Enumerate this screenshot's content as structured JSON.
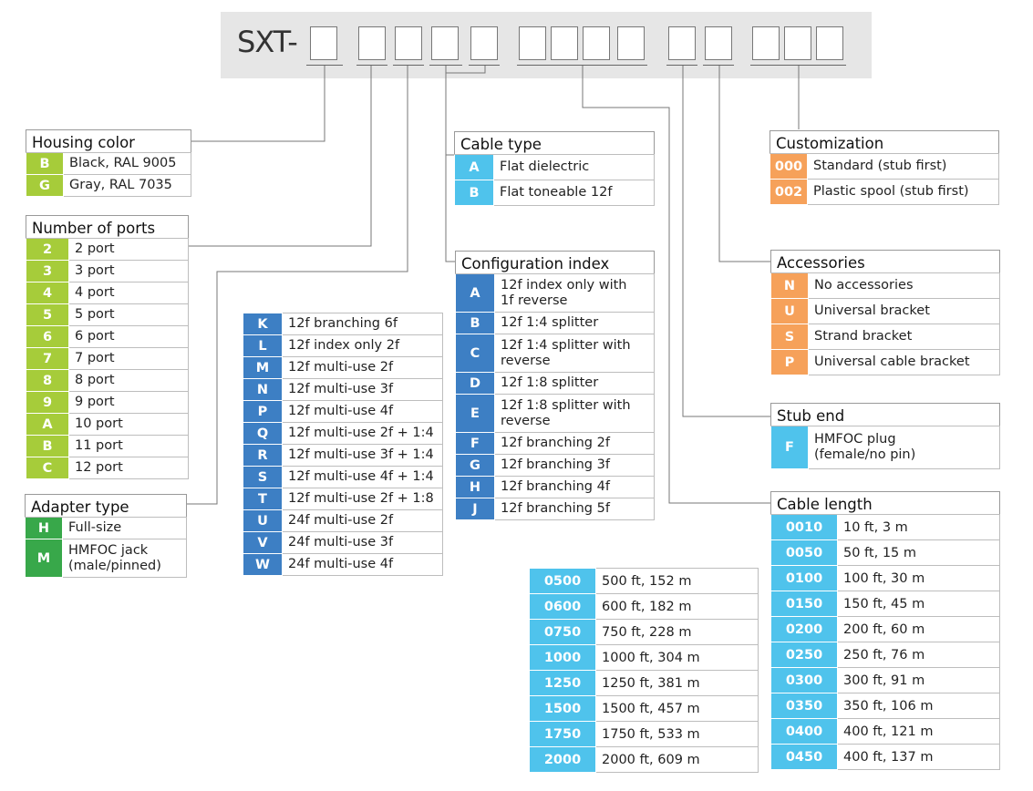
{
  "header": {
    "prefix": "SXT-"
  },
  "colors": {
    "lime": "#a6cc3a",
    "green": "#38a84a",
    "blue": "#3d7fc4",
    "cyan": "#4fc3ec",
    "orange": "#f6a15a",
    "header_bg": "#e6e6e6"
  },
  "housing_color": {
    "title": "Housing color",
    "rows": [
      {
        "code": "B",
        "label": "Black, RAL 9005"
      },
      {
        "code": "G",
        "label": "Gray, RAL 7035"
      }
    ]
  },
  "number_of_ports": {
    "title": "Number of ports",
    "rows": [
      {
        "code": "2",
        "label": "2 port"
      },
      {
        "code": "3",
        "label": "3 port"
      },
      {
        "code": "4",
        "label": "4 port"
      },
      {
        "code": "5",
        "label": "5 port"
      },
      {
        "code": "6",
        "label": "6 port"
      },
      {
        "code": "7",
        "label": "7 port"
      },
      {
        "code": "8",
        "label": "8 port"
      },
      {
        "code": "9",
        "label": "9 port"
      },
      {
        "code": "A",
        "label": "10 port"
      },
      {
        "code": "B",
        "label": "11 port"
      },
      {
        "code": "C",
        "label": "12 port"
      }
    ]
  },
  "adapter_type": {
    "title": "Adapter type",
    "rows": [
      {
        "code": "H",
        "label": "Full-size"
      },
      {
        "code": "M",
        "label": "HMFOC jack\n(male/pinned)"
      }
    ]
  },
  "config_ext": {
    "rows": [
      {
        "code": "K",
        "label": "12f branching 6f"
      },
      {
        "code": "L",
        "label": "12f index only 2f"
      },
      {
        "code": "M",
        "label": "12f multi-use 2f"
      },
      {
        "code": "N",
        "label": "12f multi-use 3f"
      },
      {
        "code": "P",
        "label": "12f multi-use 4f"
      },
      {
        "code": "Q",
        "label": "12f multi-use 2f + 1:4"
      },
      {
        "code": "R",
        "label": "12f multi-use 3f + 1:4"
      },
      {
        "code": "S",
        "label": "12f multi-use 4f + 1:4"
      },
      {
        "code": "T",
        "label": "12f multi-use 2f + 1:8"
      },
      {
        "code": "U",
        "label": "24f multi-use 2f"
      },
      {
        "code": "V",
        "label": "24f multi-use 3f"
      },
      {
        "code": "W",
        "label": "24f multi-use 4f"
      }
    ]
  },
  "cable_type": {
    "title": "Cable type",
    "rows": [
      {
        "code": "A",
        "label": "Flat dielectric"
      },
      {
        "code": "B",
        "label": "Flat toneable 12f"
      }
    ]
  },
  "configuration_index": {
    "title": "Configuration index",
    "rows": [
      {
        "code": "A",
        "label": "12f index only with\n1f reverse"
      },
      {
        "code": "B",
        "label": "12f 1:4 splitter"
      },
      {
        "code": "C",
        "label": "12f 1:4 splitter with\nreverse"
      },
      {
        "code": "D",
        "label": "12f 1:8 splitter"
      },
      {
        "code": "E",
        "label": "12f 1:8 splitter with\nreverse"
      },
      {
        "code": "F",
        "label": "12f branching 2f"
      },
      {
        "code": "G",
        "label": "12f branching 3f"
      },
      {
        "code": "H",
        "label": "12f branching 4f"
      },
      {
        "code": "J",
        "label": "12f branching 5f"
      }
    ]
  },
  "customization": {
    "title": "Customization",
    "rows": [
      {
        "code": "000",
        "label": "Standard (stub first)"
      },
      {
        "code": "002",
        "label": "Plastic spool (stub first)"
      }
    ]
  },
  "accessories": {
    "title": "Accessories",
    "rows": [
      {
        "code": "N",
        "label": "No accessories"
      },
      {
        "code": "U",
        "label": "Universal bracket"
      },
      {
        "code": "S",
        "label": "Strand bracket"
      },
      {
        "code": "P",
        "label": "Universal cable bracket"
      }
    ]
  },
  "stub_end": {
    "title": "Stub end",
    "rows": [
      {
        "code": "F",
        "label": "HMFOC plug\n(female/no pin)"
      }
    ]
  },
  "cable_length": {
    "title": "Cable length",
    "rows": [
      {
        "code": "0010",
        "label": "10 ft, 3 m"
      },
      {
        "code": "0050",
        "label": "50 ft, 15 m"
      },
      {
        "code": "0100",
        "label": "100 ft, 30 m"
      },
      {
        "code": "0150",
        "label": "150 ft, 45 m"
      },
      {
        "code": "0200",
        "label": "200 ft, 60 m"
      },
      {
        "code": "0250",
        "label": "250 ft, 76 m"
      },
      {
        "code": "0300",
        "label": "300 ft, 91 m"
      },
      {
        "code": "0350",
        "label": "350 ft, 106 m"
      },
      {
        "code": "0400",
        "label": "400 ft, 121 m"
      },
      {
        "code": "0450",
        "label": "400 ft, 137 m"
      }
    ]
  },
  "cable_length_ext": {
    "rows": [
      {
        "code": "0500",
        "label": "500 ft, 152 m"
      },
      {
        "code": "0600",
        "label": "600 ft, 182 m"
      },
      {
        "code": "0750",
        "label": "750 ft, 228 m"
      },
      {
        "code": "1000",
        "label": "1000 ft, 304 m"
      },
      {
        "code": "1250",
        "label": "1250 ft, 381 m"
      },
      {
        "code": "1500",
        "label": "1500 ft, 457 m"
      },
      {
        "code": "1750",
        "label": "1750 ft, 533 m"
      },
      {
        "code": "2000",
        "label": "2000 ft, 609 m"
      }
    ]
  }
}
